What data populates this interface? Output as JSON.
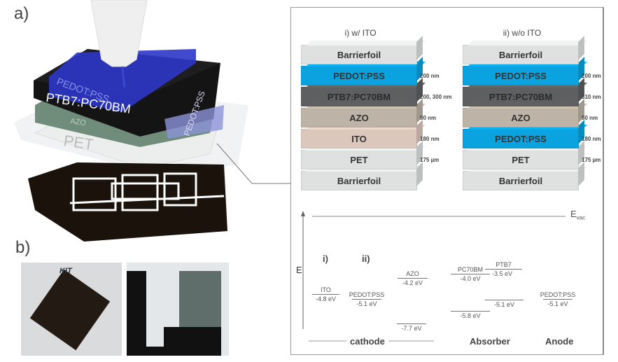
{
  "panels": {
    "a": "a)",
    "b": "b)"
  },
  "device_labels": {
    "top_electrode": "PEDOT:PSS",
    "absorber": "PTB7:PC70BM",
    "cathode_layer": "AZO",
    "substrate": "PET",
    "side_electrode": "PEDOT:PSS"
  },
  "stacks": [
    {
      "title": "i) w/ ITO",
      "layers": [
        {
          "name": "Barrierfoil",
          "thickness": "",
          "color": "#dfe1e1"
        },
        {
          "name": "PEDOT:PSS",
          "thickness": "200 nm",
          "color": "#0aa3e0"
        },
        {
          "name": "PTB7:PC70BM",
          "thickness": "200, 300 nm",
          "color": "#5d5f60"
        },
        {
          "name": "AZO",
          "thickness": "50 nm",
          "color": "#bdb3a6"
        },
        {
          "name": "ITO",
          "thickness": "180 nm",
          "color": "#dcc7bd"
        },
        {
          "name": "PET",
          "thickness": "175 µm",
          "color": "#dfe1e1"
        },
        {
          "name": "Barrierfoil",
          "thickness": "",
          "color": "#dfe1e1"
        }
      ]
    },
    {
      "title": "ii) w/o ITO",
      "layers": [
        {
          "name": "Barrierfoil",
          "thickness": "",
          "color": "#dfe1e1"
        },
        {
          "name": "PEDOT:PSS",
          "thickness": "200 nm",
          "color": "#0aa3e0"
        },
        {
          "name": "PTB7:PC70BM",
          "thickness": "310 nm",
          "color": "#5d5f60"
        },
        {
          "name": "AZO",
          "thickness": "50 nm",
          "color": "#bdb3a6"
        },
        {
          "name": "PEDOT:PSS",
          "thickness": "180 nm",
          "color": "#0aa3e0"
        },
        {
          "name": "PET",
          "thickness": "175 µm",
          "color": "#dfe1e1"
        },
        {
          "name": "Barrierfoil",
          "thickness": "",
          "color": "#dfe1e1"
        }
      ]
    }
  ],
  "energy": {
    "axis": "E",
    "vac": "E",
    "vac_sub": "vac",
    "col_i": "i)",
    "col_ii": "ii)",
    "levels": {
      "ito": {
        "name": "ITO",
        "value": "-4.8 eV"
      },
      "pedot_cathode": {
        "name": "PEDOT:PSS",
        "value": "-5.1 eV"
      },
      "azo_cb": {
        "name": "AZO",
        "value": "-4.2 eV"
      },
      "azo_vb": {
        "value": "-7.7 eV"
      },
      "pc70bm_lumo": {
        "name": "PC70BM",
        "value": "-4.0 eV"
      },
      "ptb7_lumo": {
        "name": "PTB7",
        "value": "-3.5 eV"
      },
      "ptb7_homo": {
        "value": "-5.1 eV"
      },
      "pc70bm_homo": {
        "value": "-5.8 eV"
      },
      "pedot_anode": {
        "name": "PEDOT:PSS",
        "value": "-5.1 eV"
      }
    },
    "groups": {
      "cathode": "cathode",
      "absorber": "Absorber",
      "anode": "Anode"
    }
  },
  "photos": {
    "logo_text": "KIT"
  }
}
